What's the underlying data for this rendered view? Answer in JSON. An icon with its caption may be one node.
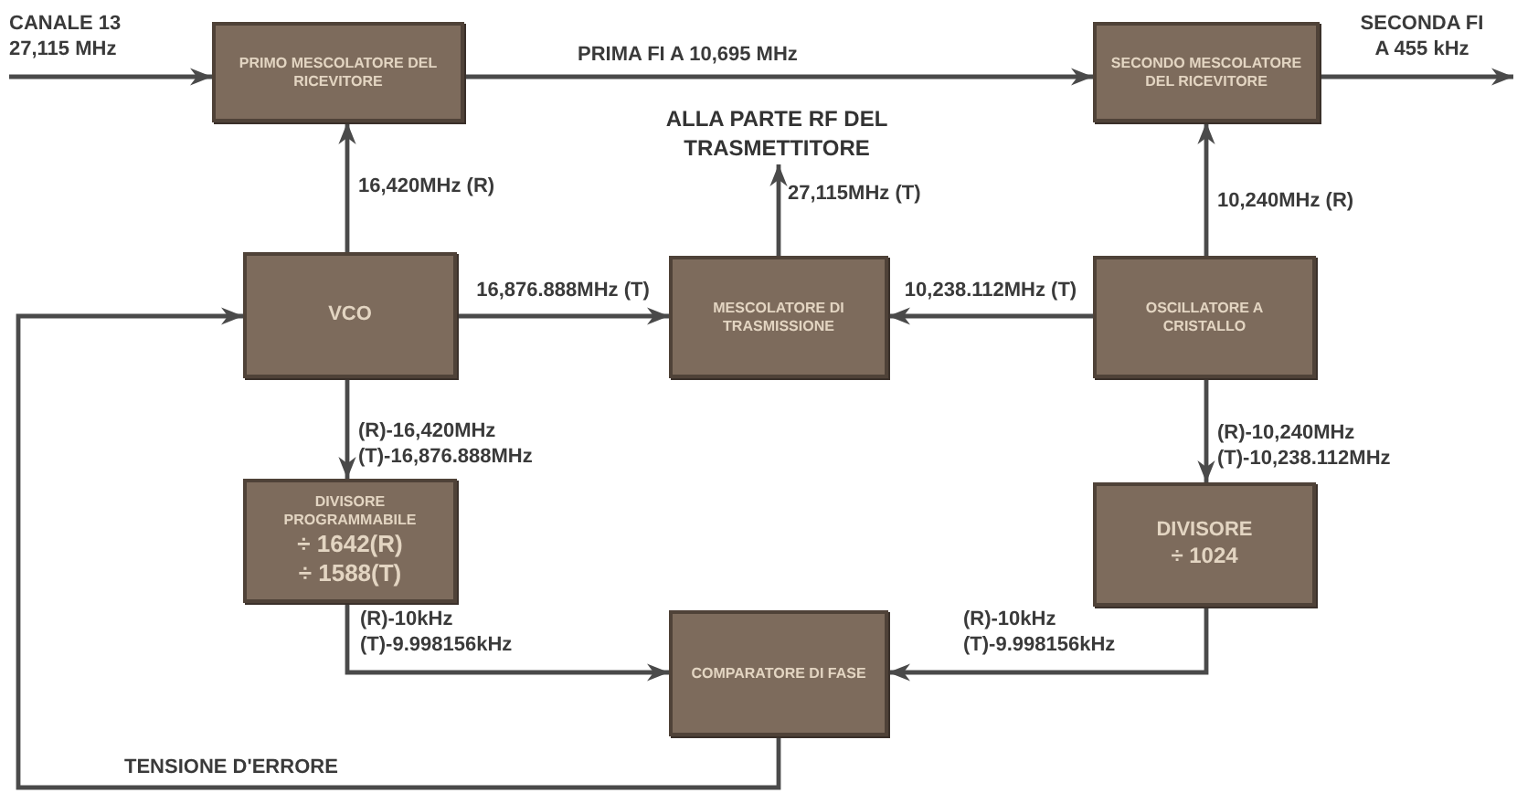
{
  "diagram": {
    "nodes": [
      {
        "text": [
          "PRIMO MESCOLATORE DEL RICEVITORE"
        ]
      },
      {
        "text": [
          "SECONDO MESCOLATORE DEL RICEVITORE"
        ]
      },
      {
        "text": [
          "VCO"
        ]
      },
      {
        "text": [
          "MESCOLATORE DI TRASMISSIONE"
        ]
      },
      {
        "text": [
          "OSCILLATORE A CRISTALLO"
        ]
      },
      {
        "text": [
          "DIVISORE PROGRAMMABILE",
          "÷ 1642(R)",
          "÷ 1588(T)"
        ]
      },
      {
        "text": [
          "DIVISORE",
          "÷ 1024"
        ]
      },
      {
        "text": [
          "COMPARATORE DI FASE"
        ]
      },
      {
        "text": [
          "ALLA PARTE RF DEL TRASMETTITORE"
        ]
      }
    ],
    "edges": [
      {
        "from": null,
        "to": 0,
        "arrow": "to",
        "label": "CANALE 13 27,115 MHz"
      },
      {
        "from": 0,
        "to": 1,
        "arrow": "to",
        "label": "PRIMA FI A 10,695 MHz"
      },
      {
        "from": 1,
        "to": null,
        "arrow": "to",
        "label": "SECONDA FI A 455 kHz"
      },
      {
        "from": 2,
        "to": 0,
        "arrow": "to",
        "label": "16,420MHz (R)"
      },
      {
        "from": 3,
        "to": 8,
        "arrow": "to",
        "label": "27,115MHz (T)"
      },
      {
        "from": 4,
        "to": 1,
        "arrow": "to",
        "label": "10,240MHz (R)"
      },
      {
        "from": 2,
        "to": 3,
        "arrow": "to",
        "label": "16,876.888MHz (T)"
      },
      {
        "from": 4,
        "to": 3,
        "arrow": "to",
        "label": "10,238.112MHz (T)"
      },
      {
        "from": 2,
        "to": 5,
        "arrow": "to",
        "label": "(R)-16,420MHz (T)-16,876.888MHz"
      },
      {
        "from": 4,
        "to": 6,
        "arrow": "to",
        "label": "(R)-10,240MHz (T)-10,238.112MHz"
      },
      {
        "from": 5,
        "to": 7,
        "arrow": "to",
        "label": "(R)-10kHz (T)-9.998156kHz"
      },
      {
        "from": 6,
        "to": 7,
        "arrow": "to",
        "label": "(R)-10kHz (T)-9.998156kHz"
      },
      {
        "from": 7,
        "to": 2,
        "arrow": "to",
        "label": "TENSIONE D'ERRORE"
      }
    ]
  }
}
